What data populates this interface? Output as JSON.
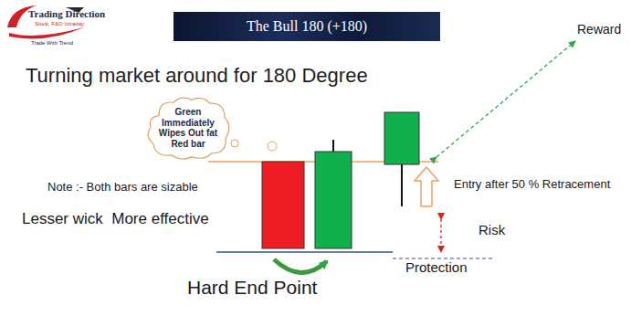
{
  "diagram": {
    "title": "Turning market around for 180 Degree",
    "nodes": [
      {
        "text": [
          "The Bull 180 (+180)"
        ]
      },
      {
        "text": [
          "Green Immediately Wipes Out fat Red bar"
        ]
      }
    ],
    "labels": [
      "Trading Direction",
      "Stock, F&O Intraday",
      "Trade With Trend",
      "Reward",
      "Note :- Both bars are sizable",
      "Lesser wick  More effective",
      "Entry after 50 % Retracement",
      "Risk",
      "Protection",
      "Hard End Point"
    ]
  }
}
